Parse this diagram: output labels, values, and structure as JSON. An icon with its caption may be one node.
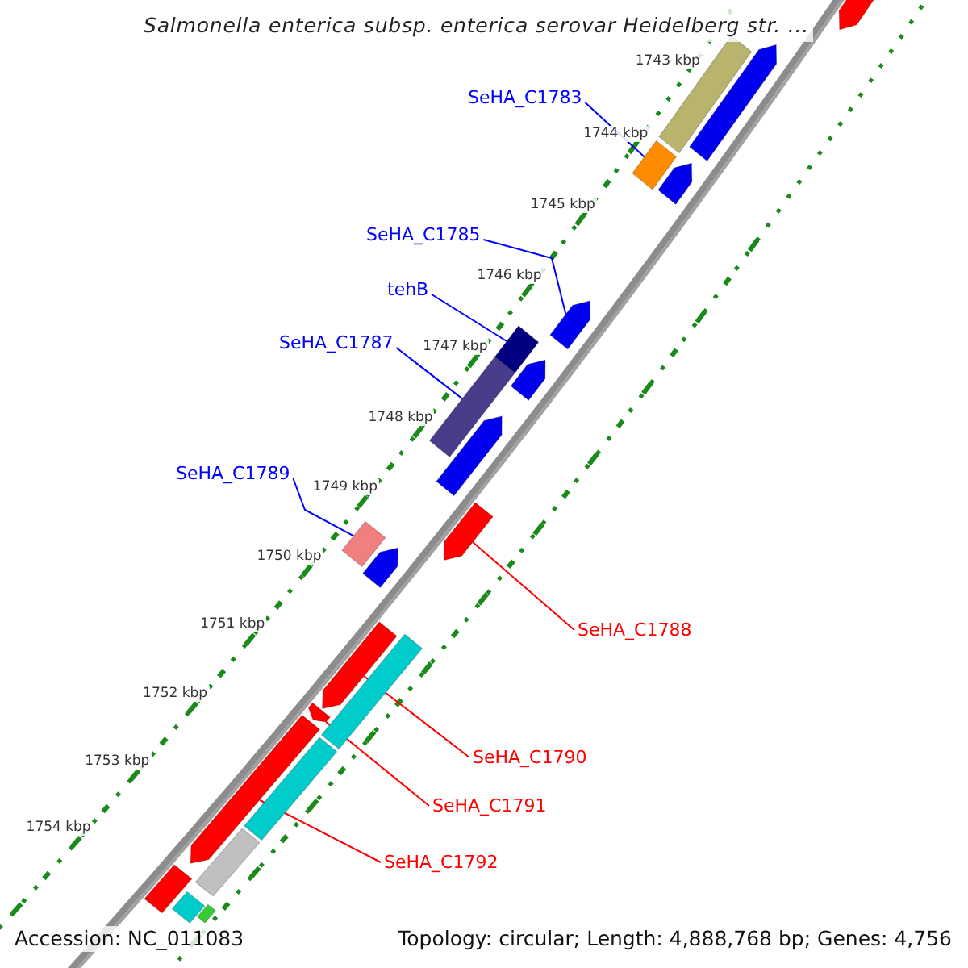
{
  "diagram": {
    "title": "Salmonella enterica subsp. enterica serovar Heidelberg str. ...",
    "nodes": [
      {
        "text": [
          "SeHA_C1783"
        ]
      },
      {
        "text": [],
        "shape": "bar"
      },
      {
        "text": [
          "SeHA_C1785"
        ]
      },
      {
        "text": [],
        "shape": "arrow"
      },
      {
        "text": [
          "tehB"
        ]
      },
      {
        "text": [],
        "shape": "bar"
      },
      {
        "text": [
          "SeHA_C1787"
        ]
      },
      {
        "text": [],
        "shape": "bar"
      },
      {
        "text": [
          "SeHA_C1789"
        ]
      },
      {
        "text": [],
        "shape": "bar"
      },
      {
        "text": [
          "SeHA_C1788"
        ]
      },
      {
        "text": [],
        "shape": "arrow"
      },
      {
        "text": [
          "SeHA_C1790"
        ]
      },
      {
        "text": [],
        "shape": "arrow"
      },
      {
        "text": [
          "SeHA_C1791"
        ]
      },
      {
        "text": [],
        "shape": "arrow"
      },
      {
        "text": [
          "SeHA_C1792"
        ]
      },
      {
        "text": [],
        "shape": "arrow"
      },
      {
        "text": [],
        "shape": "bar"
      },
      {
        "text": [],
        "shape": "arrow"
      },
      {
        "text": [],
        "shape": "arrow"
      },
      {
        "text": [],
        "shape": "arrow"
      },
      {
        "text": [],
        "shape": "arrow"
      },
      {
        "text": [],
        "shape": "arrow"
      },
      {
        "text": [],
        "shape": "arrow"
      },
      {
        "text": [],
        "shape": "bar"
      },
      {
        "text": [],
        "shape": "bar"
      },
      {
        "text": [],
        "shape": "bar"
      },
      {
        "text": [],
        "shape": "bar"
      },
      {
        "text": [],
        "shape": "bar"
      },
      {
        "text": [],
        "shape": "bar"
      }
    ],
    "edges": [
      {
        "from": 0,
        "to": 1,
        "arrow": "none"
      },
      {
        "from": 2,
        "to": 3,
        "arrow": "none"
      },
      {
        "from": 4,
        "to": 5,
        "arrow": "none"
      },
      {
        "from": 6,
        "to": 7,
        "arrow": "none"
      },
      {
        "from": 8,
        "to": 9,
        "arrow": "none"
      },
      {
        "from": 10,
        "to": 11,
        "arrow": "none",
        "color": "#ff0000"
      },
      {
        "from": 12,
        "to": 13,
        "arrow": "none",
        "color": "#ff0000"
      },
      {
        "from": 14,
        "to": 15,
        "arrow": "none",
        "color": "#ff0000"
      },
      {
        "from": 16,
        "to": 17,
        "arrow": "none",
        "color": "#ff0000"
      }
    ],
    "labels": [
      "1743 kbp",
      "1744 kbp",
      "1745 kbp",
      "1746 kbp",
      "1747 kbp",
      "1748 kbp",
      "1749 kbp",
      "1750 kbp",
      "1751 kbp",
      "1752 kbp",
      "1753 kbp",
      "1754 kbp",
      "Accession: NC_011083",
      "Topology: circular; Length: 4,888,768 bp; Genes: 4,756"
    ]
  }
}
